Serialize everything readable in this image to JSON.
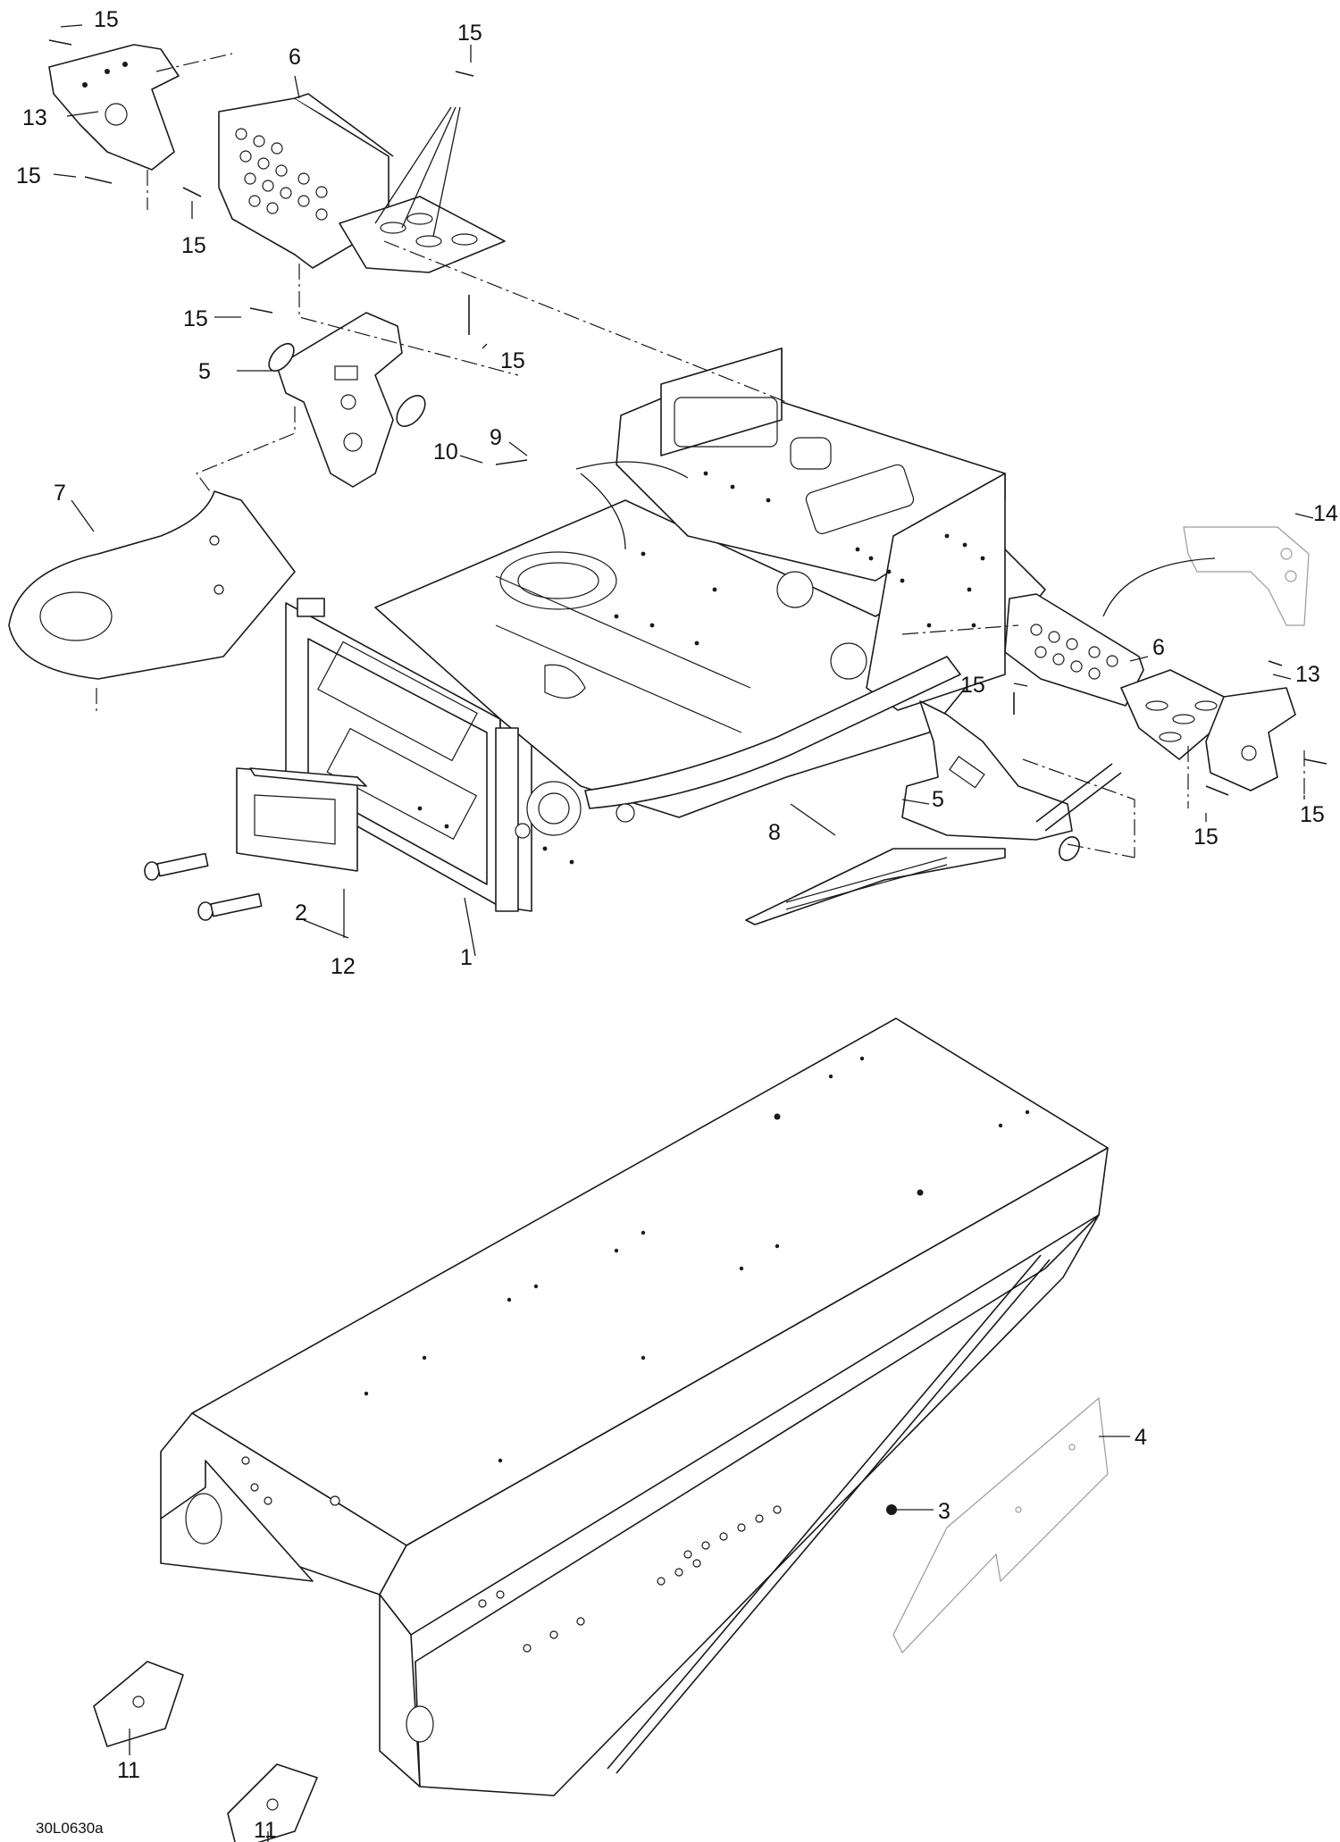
{
  "diagram": {
    "reference_code": "30L0630a",
    "callouts": [
      {
        "id": "c1",
        "label": "1"
      },
      {
        "id": "c2",
        "label": "2"
      },
      {
        "id": "c3",
        "label": "3"
      },
      {
        "id": "c4",
        "label": "4"
      },
      {
        "id": "c5a",
        "label": "5"
      },
      {
        "id": "c5b",
        "label": "5"
      },
      {
        "id": "c6a",
        "label": "6"
      },
      {
        "id": "c6b",
        "label": "6"
      },
      {
        "id": "c7",
        "label": "7"
      },
      {
        "id": "c8",
        "label": "8"
      },
      {
        "id": "c9",
        "label": "9"
      },
      {
        "id": "c10",
        "label": "10"
      },
      {
        "id": "c11a",
        "label": "11"
      },
      {
        "id": "c11b",
        "label": "11"
      },
      {
        "id": "c12",
        "label": "12"
      },
      {
        "id": "c13a",
        "label": "13"
      },
      {
        "id": "c13b",
        "label": "13"
      },
      {
        "id": "c14",
        "label": "14"
      },
      {
        "id": "c15a",
        "label": "15"
      },
      {
        "id": "c15b",
        "label": "15"
      },
      {
        "id": "c15c",
        "label": "15"
      },
      {
        "id": "c15d",
        "label": "15"
      },
      {
        "id": "c15e",
        "label": "15"
      },
      {
        "id": "c15f",
        "label": "15"
      },
      {
        "id": "c15g",
        "label": "15"
      },
      {
        "id": "c15h",
        "label": "15"
      },
      {
        "id": "c15i",
        "label": "15"
      },
      {
        "id": "c15j",
        "label": "15"
      }
    ]
  }
}
